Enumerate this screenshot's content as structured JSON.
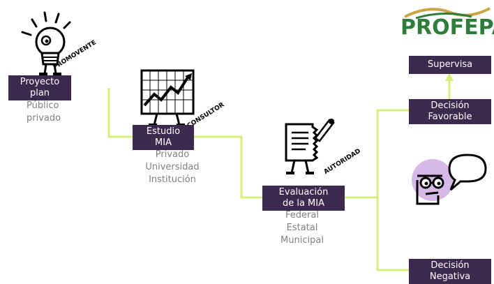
{
  "logo": {
    "text": "PROFEPA",
    "color": "#2f7d3a"
  },
  "colors": {
    "box": "#3b2a4e",
    "connector": "#d4ee7a",
    "subtext": "#7f7f7f",
    "bubble": "#d6b9e6"
  },
  "nodes": {
    "proyecto": {
      "line1": "Proyecto",
      "line2": "plan",
      "sub1": "Público",
      "sub2": "privado",
      "role": "PROMOVENTE",
      "icon": "lightbulb-icon"
    },
    "estudio": {
      "line1": "Estudio",
      "line2": "MIA",
      "sub1": "Privado",
      "sub2": "Universidad",
      "sub3": "Institución",
      "role": "CONSULTOR",
      "icon": "chart-monitor-icon"
    },
    "evaluacion": {
      "line1": "Evaluación",
      "line2": "de la MIA",
      "sub1": "Federal",
      "sub2": "Estatal",
      "sub3": "Municipal",
      "role": "AUTORIDAD",
      "icon": "document-pen-icon"
    },
    "favorable": {
      "line1": "Decisión",
      "line2": "Favorable"
    },
    "supervisa": {
      "line1": "Supervisa"
    },
    "negativa": {
      "line1": "Decisión",
      "line2": "Negativa"
    }
  },
  "decorations": {
    "face_icon": "speaking-face-icon"
  }
}
